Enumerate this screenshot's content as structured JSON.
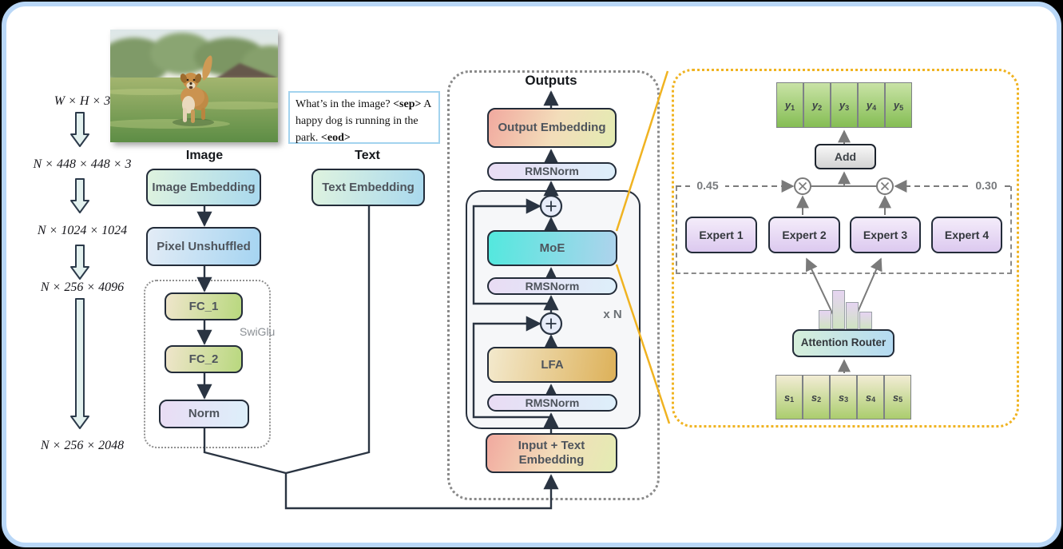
{
  "dims": {
    "labels": [
      "W × H × 3",
      "N × 448 × 448 × 3",
      "N × 1024 × 1024",
      "N × 256 × 4096",
      "N × 256 × 2048"
    ]
  },
  "image_branch": {
    "header": "Image",
    "embedding": "Image Embedding",
    "pixel_unshuffled": "Pixel Unshuffled",
    "fc1": "FC_1",
    "swiglu": "SwiGlu",
    "fc2": "FC_2",
    "norm": "Norm"
  },
  "text_branch": {
    "header": "Text",
    "embedding": "Text Embedding",
    "prompt": {
      "q": "What’s in the image?",
      "sep": "<sep>",
      "a": "A happy dog is running in the park.",
      "eod": "<eod>"
    }
  },
  "decoder": {
    "header": "Outputs",
    "output_embedding": "Output Embedding",
    "rmsnorm_top": "RMSNorm",
    "moe": "MoE",
    "rmsnorm_mid": "RMSNorm",
    "lfa": "LFA",
    "rmsnorm_bottom": "RMSNorm",
    "repeat": "x N",
    "input_embedding": "Input + Text Embedding"
  },
  "moe_panel": {
    "outputs": [
      {
        "base": "y",
        "sub": "1"
      },
      {
        "base": "y",
        "sub": "2"
      },
      {
        "base": "y",
        "sub": "3"
      },
      {
        "base": "y",
        "sub": "4"
      },
      {
        "base": "y",
        "sub": "5"
      }
    ],
    "add": "Add",
    "weight_left": "0.45",
    "weight_right": "0.30",
    "experts": [
      "Expert 1",
      "Expert 2",
      "Expert 3",
      "Expert 4"
    ],
    "router": "Attention Router",
    "inputs": [
      {
        "base": "s",
        "sub": "1"
      },
      {
        "base": "s",
        "sub": "2"
      },
      {
        "base": "s",
        "sub": "3"
      },
      {
        "base": "s",
        "sub": "4"
      },
      {
        "base": "s",
        "sub": "5"
      }
    ]
  },
  "colors": {
    "frame_border": "#b9d7f7",
    "accent_yellow": "#f0b321",
    "moe_cyan": "#53e8de",
    "line_dark": "#2a3442",
    "line_gray": "#7a7a7a"
  }
}
